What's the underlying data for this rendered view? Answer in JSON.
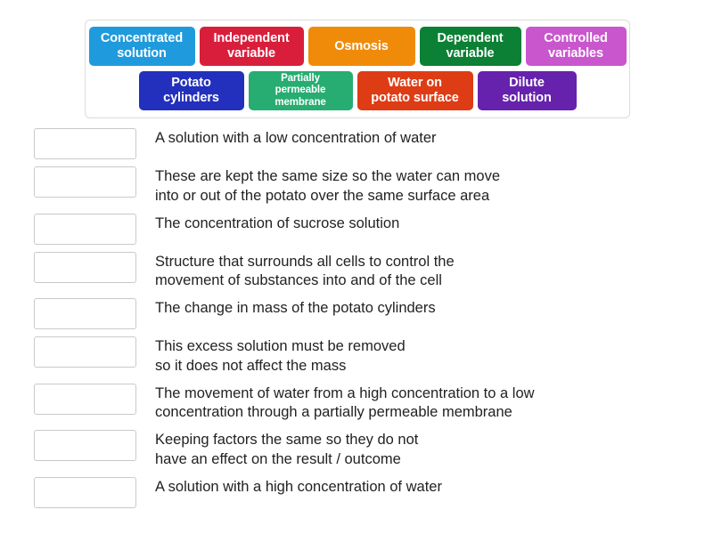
{
  "tile_bank": {
    "rows": [
      [
        {
          "label": "Concentrated\nsolution",
          "color": "#1f9bdd",
          "width": 119,
          "small": false
        },
        {
          "label": "Independent\nvariable",
          "color": "#d91e3c",
          "width": 117,
          "small": false
        },
        {
          "label": "Osmosis",
          "color": "#f08b0a",
          "width": 120,
          "small": false
        },
        {
          "label": "Dependent\nvariable",
          "color": "#0c8034",
          "width": 114,
          "small": false
        },
        {
          "label": "Controlled\nvariables",
          "color": "#c956cd",
          "width": 113,
          "small": false
        }
      ],
      [
        {
          "label": "Potato\ncylinders",
          "color": "#2230bd",
          "width": 118,
          "small": false
        },
        {
          "label": "Partially permeable\nmembrane",
          "color": "#27ad72",
          "width": 117,
          "small": true
        },
        {
          "label": "Water on\npotato surface",
          "color": "#de3c14",
          "width": 130,
          "small": false
        },
        {
          "label": "Dilute\nsolution",
          "color": "#6622ac",
          "width": 111,
          "small": false
        }
      ]
    ]
  },
  "answers": [
    {
      "drop_value": "",
      "text": "A solution with a low concentration of water"
    },
    {
      "drop_value": "",
      "text": "These are kept the same size so the water can move\ninto or out of the potato over the same surface area"
    },
    {
      "drop_value": "",
      "text": "The concentration of sucrose solution"
    },
    {
      "drop_value": "",
      "text": "Structure that surrounds all cells to control the\nmovement of substances into and of the cell"
    },
    {
      "drop_value": "",
      "text": "The change in mass of the potato cylinders"
    },
    {
      "drop_value": "",
      "text": "This excess solution must be removed\nso it does not affect the mass"
    },
    {
      "drop_value": "",
      "text": "The movement of water from a high concentration to a low\nconcentration through a partially permeable membrane"
    },
    {
      "drop_value": "",
      "text": "Keeping factors the same so they do not\nhave an effect on the result / outcome"
    },
    {
      "drop_value": "",
      "text": "A solution with a high concentration of water"
    }
  ]
}
